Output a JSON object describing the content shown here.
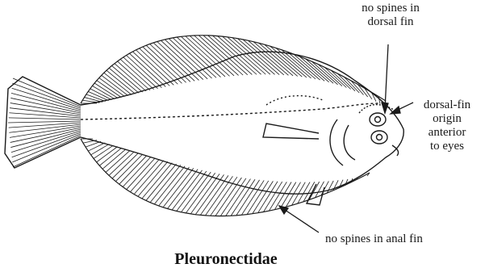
{
  "title": "Pleuronectidae",
  "labels": {
    "dorsal_line1": "no spines in",
    "dorsal_line2": "dorsal fin",
    "origin_line1": "dorsal-fin",
    "origin_line2": "origin",
    "origin_line3": "anterior",
    "origin_line4": "to eyes",
    "anal": "no spines in anal fin"
  },
  "colors": {
    "ink": "#1a1a1a",
    "background": "#ffffff"
  }
}
